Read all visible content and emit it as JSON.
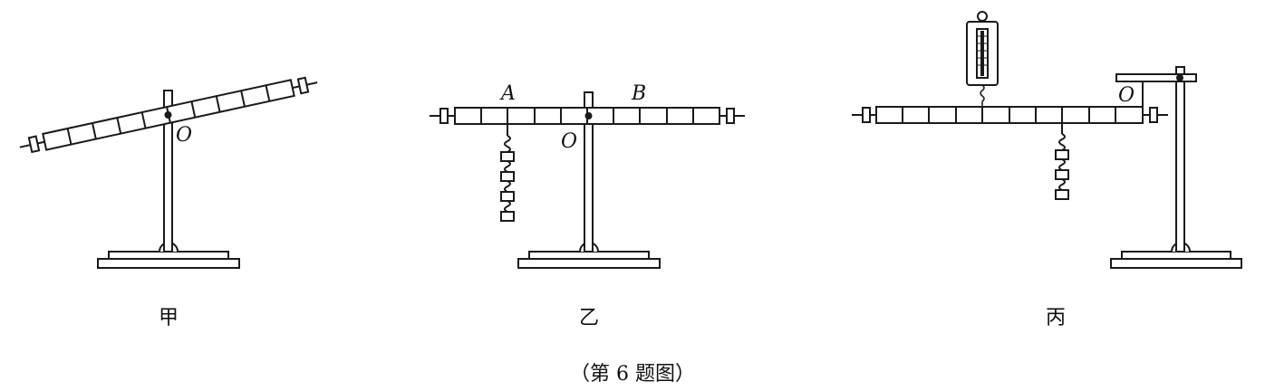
{
  "figures": [
    {
      "caption": "甲",
      "pivot_label": "O"
    },
    {
      "caption": "乙",
      "pivot_label": "O",
      "label_a": "A",
      "label_b": "B"
    },
    {
      "caption": "丙",
      "pivot_label": "O"
    }
  ],
  "figure_caption": "（第 6 题图）",
  "colors": {
    "ink": "#1a1a1a",
    "background": "#ffffff"
  }
}
